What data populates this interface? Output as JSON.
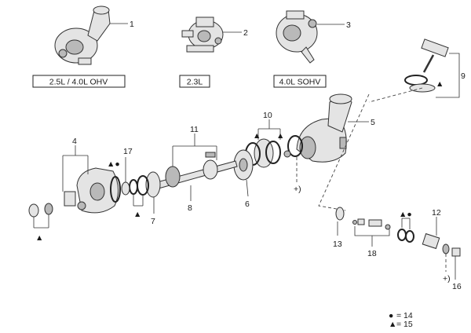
{
  "variants": [
    {
      "label": "2.5L / 4.0L OHV"
    },
    {
      "label": "2.3L"
    },
    {
      "label": "4.0L SOHV"
    }
  ],
  "callouts": [
    "1",
    "2",
    "3",
    "4",
    "5",
    "6",
    "7",
    "8",
    "9",
    "10",
    "11",
    "12",
    "13",
    "16",
    "17",
    "18"
  ],
  "torque_notes": {
    "plus_a": "+)",
    "plus_b": "+)"
  },
  "legend": [
    {
      "symbol": "●",
      "text": "= 14"
    },
    {
      "symbol": "▲",
      "text": "= 15"
    }
  ]
}
